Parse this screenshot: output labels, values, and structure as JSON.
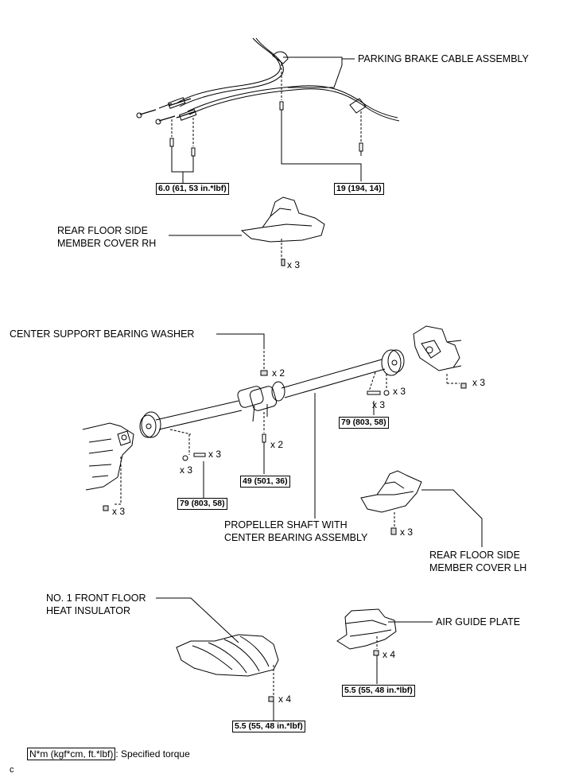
{
  "labels": {
    "parking_brake": "PARKING BRAKE CABLE ASSEMBLY",
    "rear_cover_rh_1": "REAR FLOOR SIDE",
    "rear_cover_rh_2": "MEMBER COVER RH",
    "center_washer": "CENTER SUPPORT BEARING WASHER",
    "propeller_1": "PROPELLER SHAFT WITH",
    "propeller_2": "CENTER BEARING ASSEMBLY",
    "rear_cover_lh_1": "REAR FLOOR SIDE",
    "rear_cover_lh_2": "MEMBER COVER LH",
    "insulator_1": "NO. 1 FRONT FLOOR",
    "insulator_2": "HEAT INSULATOR",
    "air_guide": "AIR GUIDE PLATE"
  },
  "torques": {
    "t_6_0": "6.0 (61, 53 in.*lbf)",
    "t_19": "19 (194, 14)",
    "t_49": "49 (501, 36)",
    "t_79_a": "79 (803, 58)",
    "t_79_b": "79 (803, 58)",
    "t_5_5_a": "5.5 (55, 48 in.*lbf)",
    "t_5_5_b": "5.5 (55, 48 in.*lbf)"
  },
  "quantities": {
    "q_rh_cover": "x 3",
    "q_washer": "x 2",
    "q_bolt_49": "x 2",
    "q_rear_flange": "x 3",
    "q_right_washer": "x 3",
    "q_right_bolt": "x 3",
    "q_front_bolt": "x 3",
    "q_front_washer": "x 3",
    "q_trans_nut": "x 3",
    "q_lh_cover": "x 3",
    "q_insulator": "x 4",
    "q_air_guide": "x 4"
  },
  "legend": {
    "unit": "N*m (kgf*cm, ft.*lbf)",
    "desc": ": Specified torque"
  },
  "footer_code": "c"
}
